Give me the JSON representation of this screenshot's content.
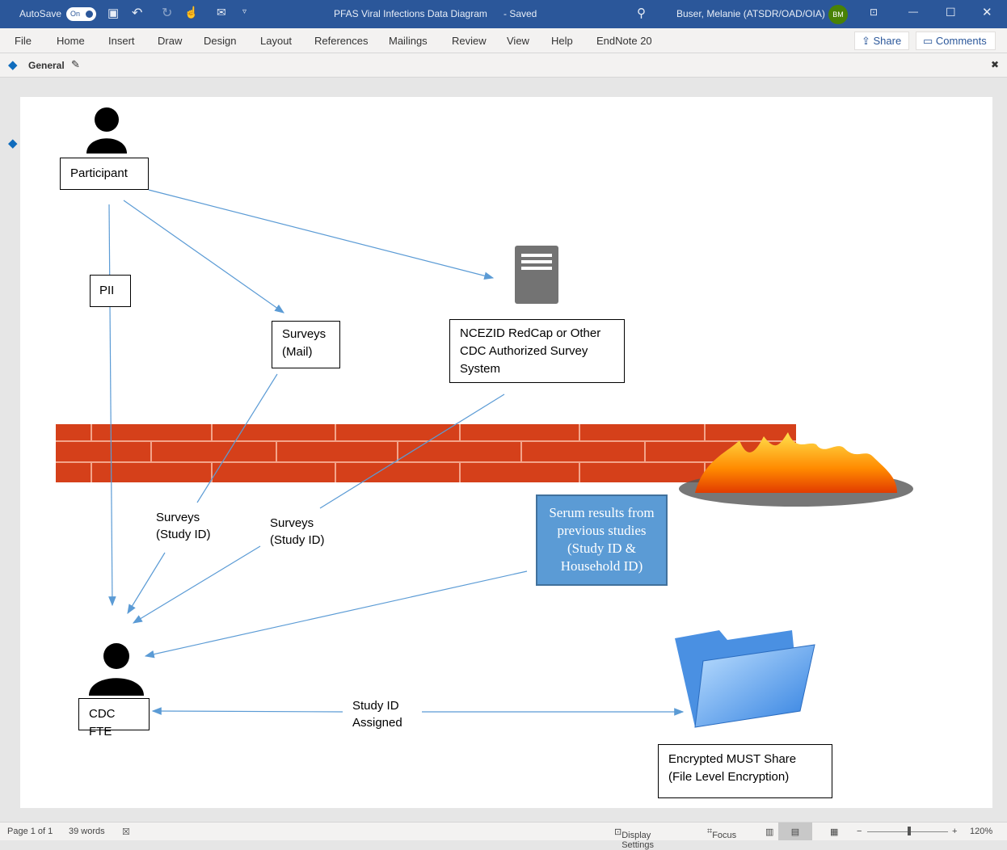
{
  "titlebar": {
    "autosave_label": "AutoSave",
    "autosave_state": "On",
    "doc_title": "PFAS Viral Infections Data Diagram",
    "saved_status": "- Saved",
    "user_name": "Buser, Melanie (ATSDR/OAD/OIA)",
    "user_initials": "BM"
  },
  "menu": {
    "items": [
      "File",
      "Home",
      "Insert",
      "Draw",
      "Design",
      "Layout",
      "References",
      "Mailings",
      "Review",
      "View",
      "Help",
      "EndNote 20"
    ],
    "share": "Share",
    "comments": "Comments"
  },
  "sensitivity": {
    "label": "General"
  },
  "diagram": {
    "participant": "Participant",
    "pii": "PII",
    "surveys_mail": [
      "Surveys",
      "(Mail)"
    ],
    "ncezid": [
      "NCEZID RedCap or Other",
      "CDC Authorized Survey",
      "System"
    ],
    "surveys_study_id_1": [
      "Surveys",
      "(Study ID)"
    ],
    "surveys_study_id_2": [
      "Surveys",
      "(Study ID)"
    ],
    "serum": [
      "Serum results from",
      "previous studies",
      "(Study ID &",
      "Household ID)"
    ],
    "cdc_fte": "CDC FTE",
    "study_id_assigned": [
      "Study ID",
      "Assigned"
    ],
    "encrypted": [
      "Encrypted MUST Share",
      "(File Level Encryption)"
    ],
    "colors": {
      "arrow": "#5b9bd5",
      "brick": "#d5401a",
      "serum_fill": "#5b9bd5",
      "title_bar": "#2b579a"
    }
  },
  "status": {
    "page": "Page 1 of 1",
    "words": "39 words",
    "display_settings": "Display Settings",
    "focus": "Focus",
    "zoom": "120%",
    "zoom_percent": 120
  }
}
